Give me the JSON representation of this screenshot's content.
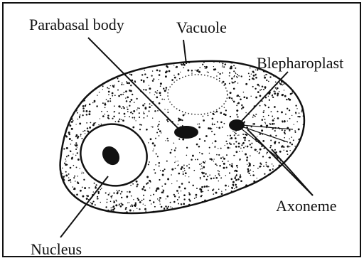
{
  "diagram": {
    "labels": {
      "parabasal_body": "Parabasal body",
      "vacuole": "Vacuole",
      "blepharoplast": "Blepharoplast",
      "axoneme": "Axoneme",
      "nucleus": "Nucleus"
    },
    "colors": {
      "ink": "#111111",
      "background": "#ffffff",
      "frame": "#111111"
    }
  }
}
